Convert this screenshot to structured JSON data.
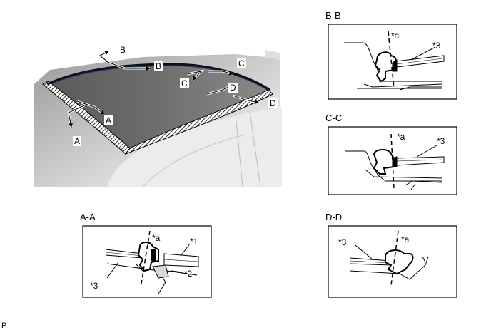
{
  "titles": {
    "aa": "A-A",
    "bb": "B-B",
    "cc": "C-C",
    "dd": "D-D"
  },
  "markers": {
    "a": "A",
    "b": "B",
    "c": "C",
    "d": "D"
  },
  "callouts": {
    "center_mark": "*a",
    "part_1": "*1",
    "part_2": "*2",
    "part_3": "*3"
  },
  "footer": {
    "code": "P"
  },
  "colors": {
    "roof_glass": "#5c5c5c",
    "roof_edge": "#1e3a8a",
    "line": "#000000",
    "body_light": "#cfcfcf"
  }
}
